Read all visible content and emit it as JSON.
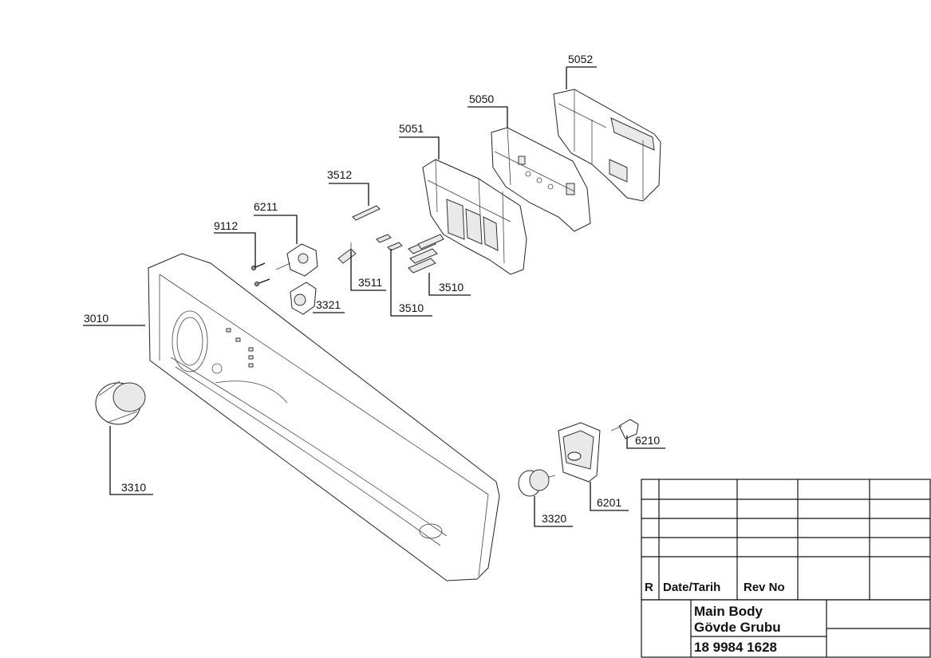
{
  "callouts": {
    "p5052": "5052",
    "p5050": "5050",
    "p5051": "5051",
    "p3512": "3512",
    "p6211": "6211",
    "p9112": "9112",
    "p3511": "3511",
    "p3510a": "3510",
    "p3510b": "3510",
    "p3321": "3321",
    "p3010": "3010",
    "p3310": "3310",
    "p6210": "6210",
    "p6201": "6201",
    "p3320": "3320"
  },
  "title_block": {
    "rev_col": "R",
    "date_col": "Date/Tarih",
    "revno_col": "Rev No",
    "title_line1": "Main Body",
    "title_line2": "Gövde Grubu",
    "part_number": "18 9984 1628"
  }
}
